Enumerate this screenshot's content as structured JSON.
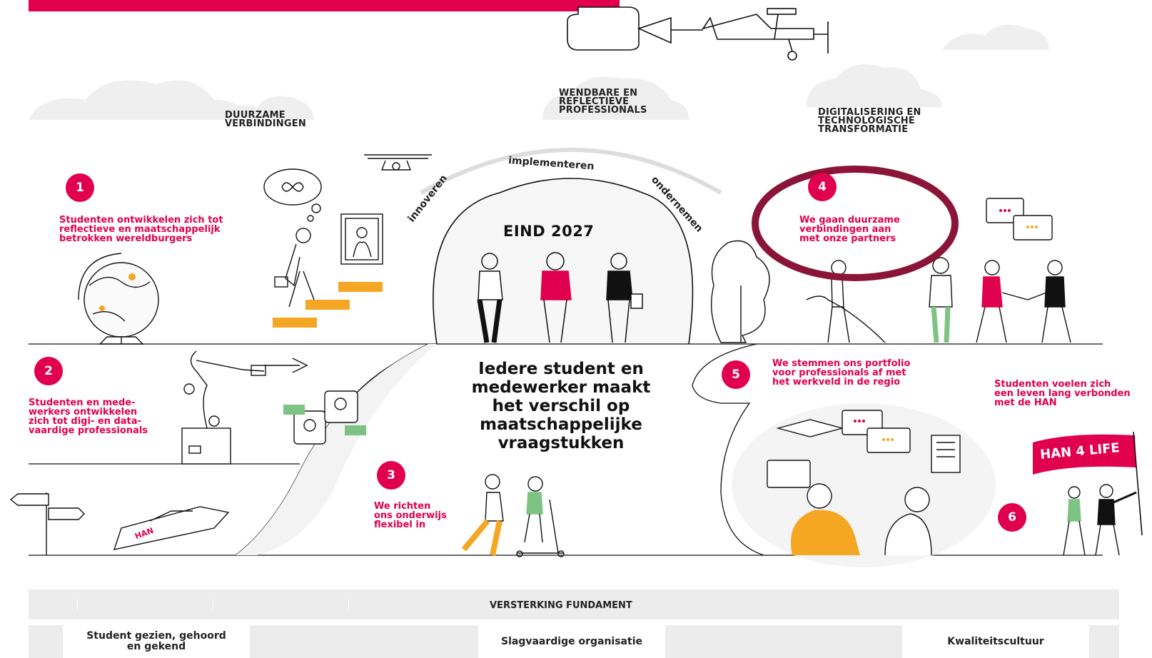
{
  "topics": {
    "duurzame": "DUURZAME\nVERBINDINGEN",
    "wendbare": "WENDBARE EN\nREFLECTIEVE\nPROFESSIONALS",
    "digitalisering": "DIGITALISERING EN\nTECHNOLOGISCHE\nTRANSFORMATIE"
  },
  "arc_words": {
    "innoveren": "innoveren",
    "implementeren": "implementeren",
    "ondernemen": "ondernemen"
  },
  "center": {
    "title": "EIND 2027",
    "mission": "Iedere student en\nmedewerker maakt\nhet verschil op\nmaatschappelijke\nvraagstukken"
  },
  "goals": [
    {
      "number": "1",
      "text": "Studenten ontwikkelen zich tot\nreflectieve en maatschappelijk\nbetrokken wereldburgers"
    },
    {
      "number": "2",
      "text": "Studenten en mede-\nwerkers ontwikkelen\nzich tot digi- en data-\nvaardige professionals"
    },
    {
      "number": "3",
      "text": "We richten\nons onderwijs\nflexibel in"
    },
    {
      "number": "4",
      "text": "We gaan duurzame\nverbindingen aan\nmet onze partners"
    },
    {
      "number": "5",
      "text": "We stemmen ons portfolio\nvoor professionals af met\nhet werkveld in de regio"
    },
    {
      "number": "6",
      "text": "Studenten voelen zich\neen leven lang verbonden\nmet de HAN"
    }
  ],
  "labels": {
    "boat": "HAN",
    "flag": "HAN 4 LIFE"
  },
  "fundament": {
    "title": "VERSTERKING FUNDAMENT",
    "pillars": [
      "Student gezien, gehoord\nen gekend",
      "Slagvaardige organisatie",
      "Kwaliteitscultuur"
    ]
  },
  "colors": {
    "brand_pink": "#e0004d",
    "highlight_ring": "#8b1538",
    "accent_orange": "#f5a623",
    "accent_green": "#7dc383",
    "band_grey": "#ececec"
  }
}
